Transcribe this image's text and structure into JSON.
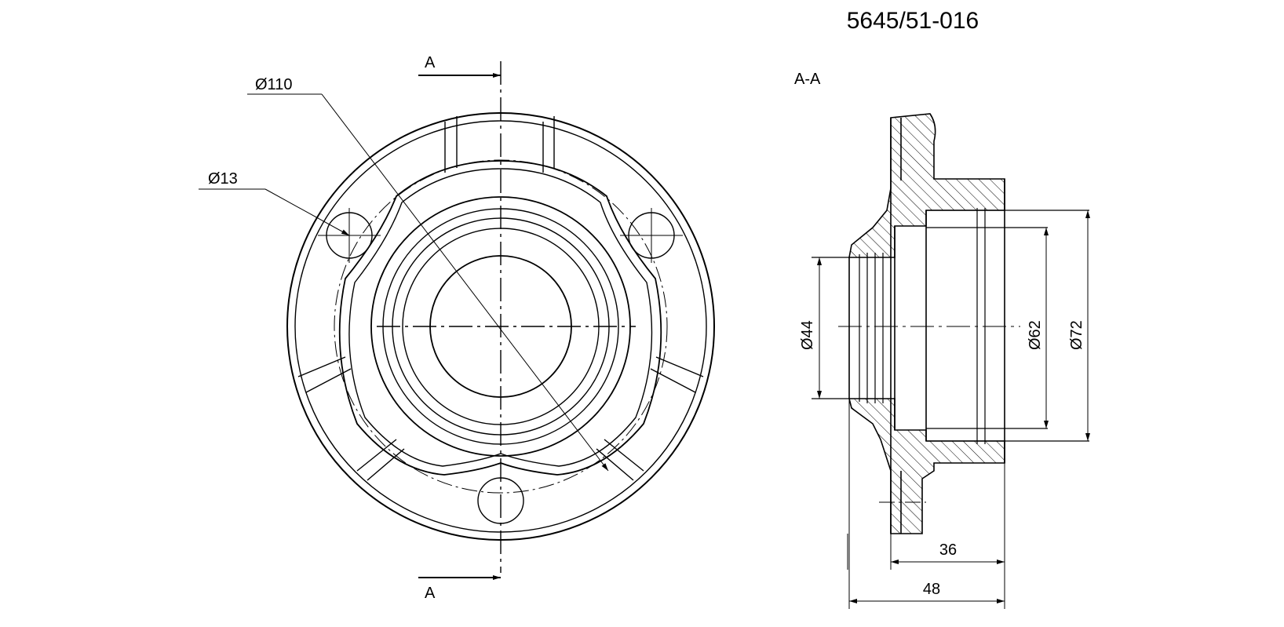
{
  "part_number": "5645/51-016",
  "section_label": "A-A",
  "section_marks": {
    "top": "A",
    "bottom": "A"
  },
  "dimensions": {
    "bolt_circle_diameter": "Ø110",
    "hole_diameter": "Ø13",
    "bore_diameter": "Ø44",
    "inner_diameter": "Ø62",
    "outer_diameter": "Ø72",
    "length_short": "36",
    "length_total": "48"
  },
  "colors": {
    "line": "#000000",
    "background": "#ffffff"
  }
}
